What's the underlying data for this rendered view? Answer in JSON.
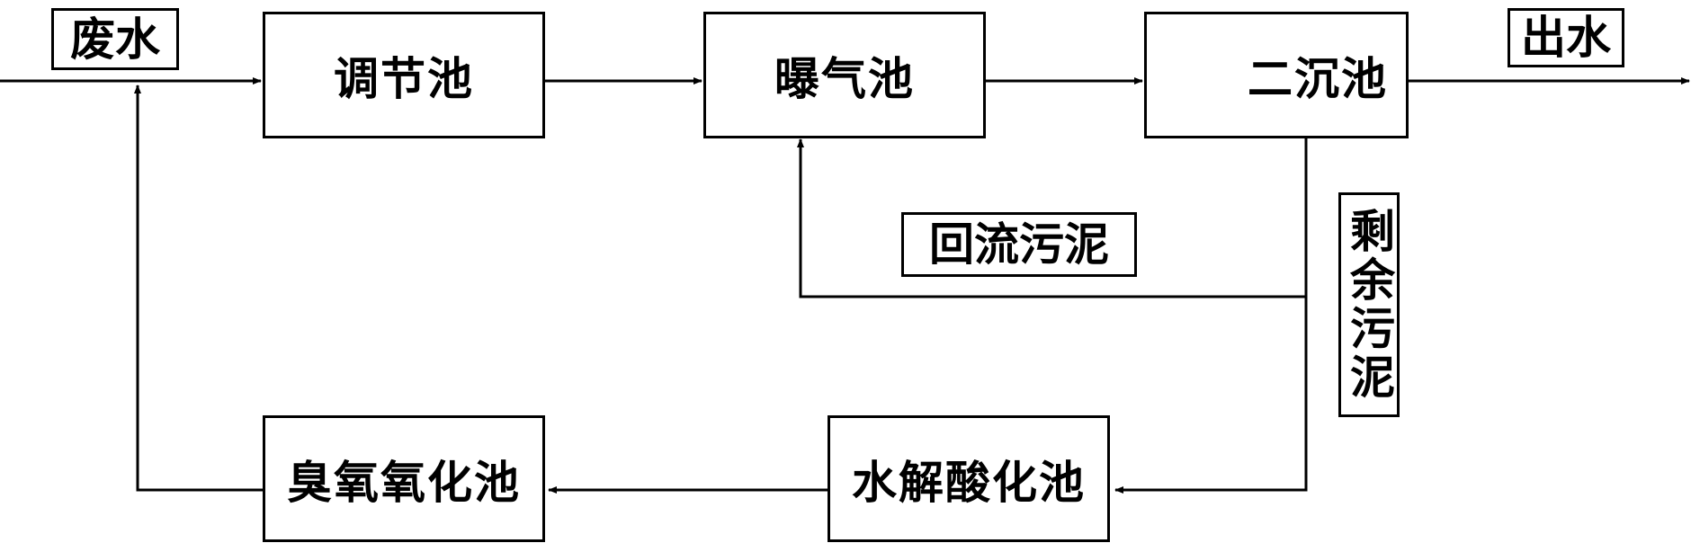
{
  "nodes": {
    "wastewater": "废水",
    "regulating_tank": "调节池",
    "aeration_tank": "曝气池",
    "secondary_clarifier": "二沉池",
    "effluent": "出水",
    "return_sludge": "回流污泥",
    "excess_sludge": "剩余污泥",
    "hydrolysis_acidification_tank": "水解酸化池",
    "ozone_oxidation_tank": "臭氧氧化池"
  },
  "colors": {
    "line": "#000000",
    "background": "#ffffff"
  }
}
